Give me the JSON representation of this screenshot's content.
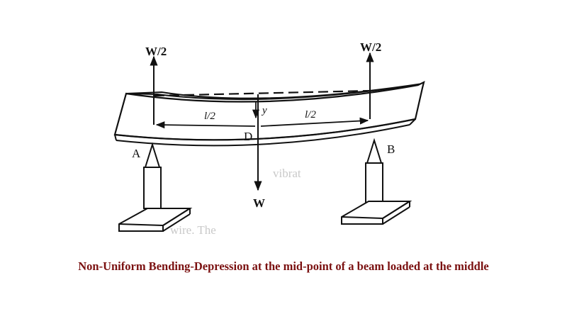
{
  "diagram": {
    "labels": {
      "load_left": "W/2",
      "load_right": "W/2",
      "half_left": "l/2",
      "half_right": "l/2",
      "depression": "y",
      "midpoint": "D",
      "support_a": "A",
      "support_b": "B",
      "load_center": "W"
    },
    "ghost_text": [
      "vibrat",
      "wire. The"
    ]
  },
  "caption": {
    "text": "Non-Uniform Bending-Depression at the mid-point of a beam loaded at the middle",
    "color": "#7a1010"
  },
  "colors": {
    "ink": "#111111",
    "beam_fill": "#ffffff",
    "ghost": "#c9c9c9"
  }
}
